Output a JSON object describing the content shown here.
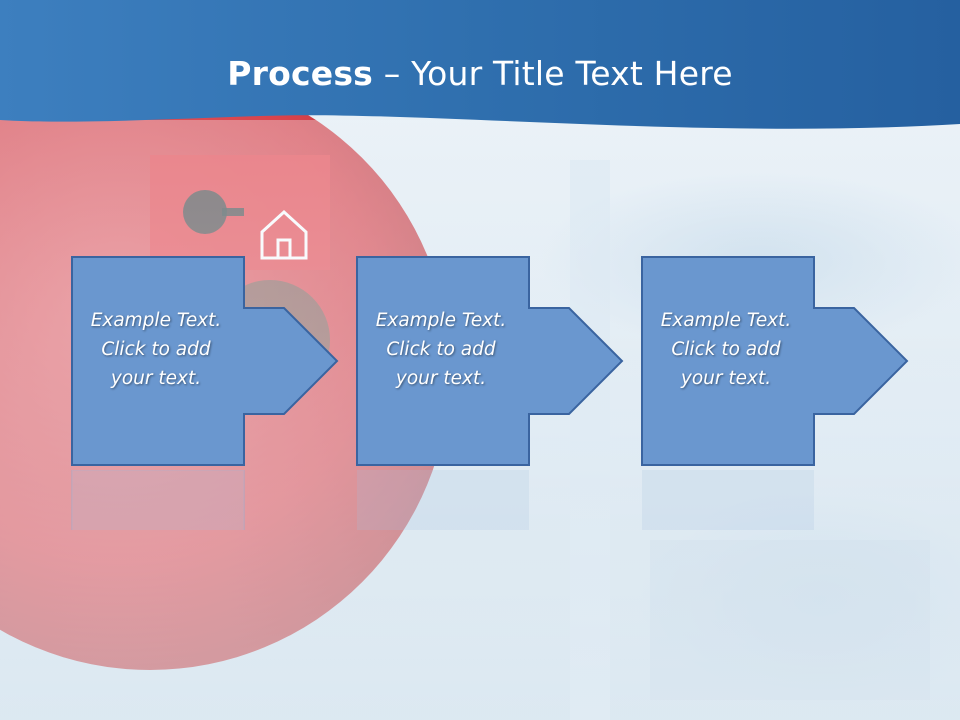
{
  "slide": {
    "title_bold": "Process",
    "title_rest": " – Your Title Text Here"
  },
  "steps": [
    {
      "lines": [
        "Example Text.",
        "Click  to add",
        "your text."
      ]
    },
    {
      "lines": [
        "Example Text.",
        "Click  to add",
        "your text."
      ]
    },
    {
      "lines": [
        "Example Text.",
        "Click  to add",
        "your text."
      ]
    }
  ],
  "colors": {
    "header": "#2f6fae",
    "shape_fill": "#6a97cf",
    "shape_stroke": "#3a64a0",
    "alarm_red": "#d9434b"
  },
  "icons": [
    "fire-alarm-button-photo",
    "house-fire-icon"
  ]
}
